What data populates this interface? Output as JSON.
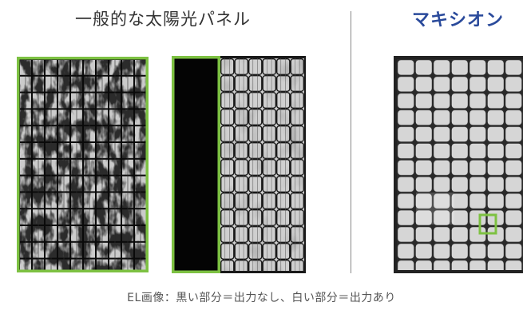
{
  "headings": {
    "left": "一般的な太陽光パネル",
    "right": "マキシオン"
  },
  "caption": "EL画像：黒い部分＝出力なし、白い部分＝出力あり",
  "colors": {
    "highlight": "#7dc142",
    "brand": "#2a4a9b",
    "heading_text": "#333333",
    "caption_text": "#555555"
  }
}
